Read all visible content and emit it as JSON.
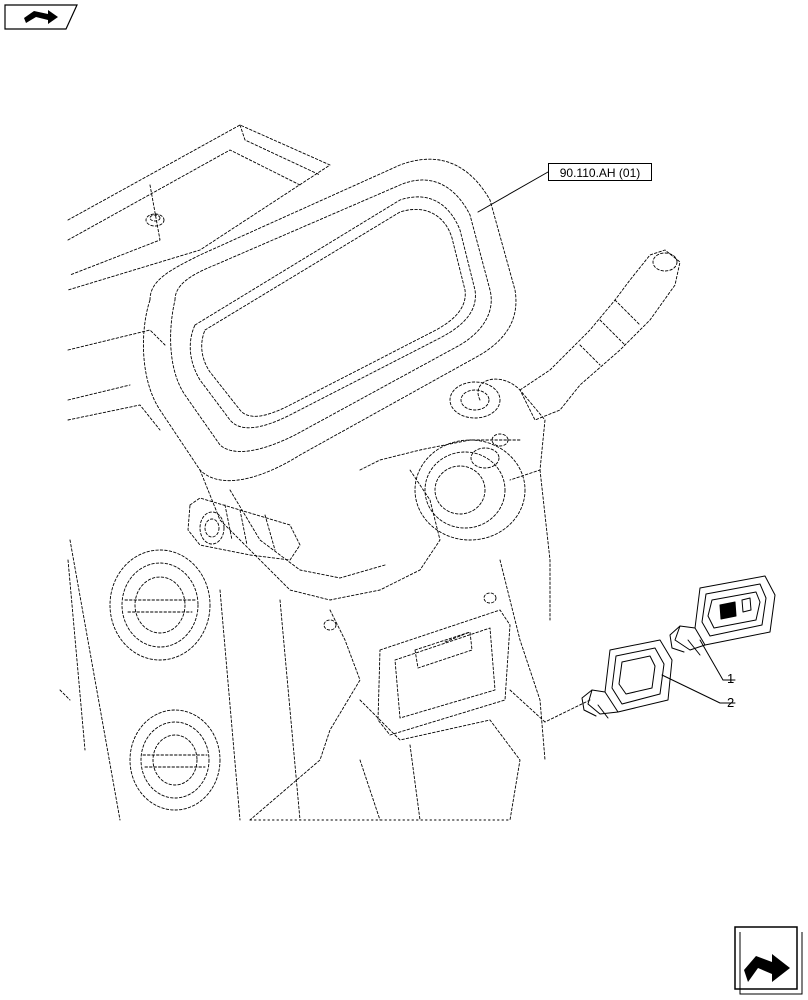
{
  "header_badge": {
    "icon": "arrow-right-icon"
  },
  "reference": {
    "label": "90.110.AH (01)"
  },
  "callouts": [
    {
      "number": "1",
      "part": "switch-1"
    },
    {
      "number": "2",
      "part": "switch-2"
    }
  ],
  "footer_badge": {
    "icon": "arrow-right-icon"
  },
  "colors": {
    "line": "#000000",
    "background": "#ffffff"
  }
}
